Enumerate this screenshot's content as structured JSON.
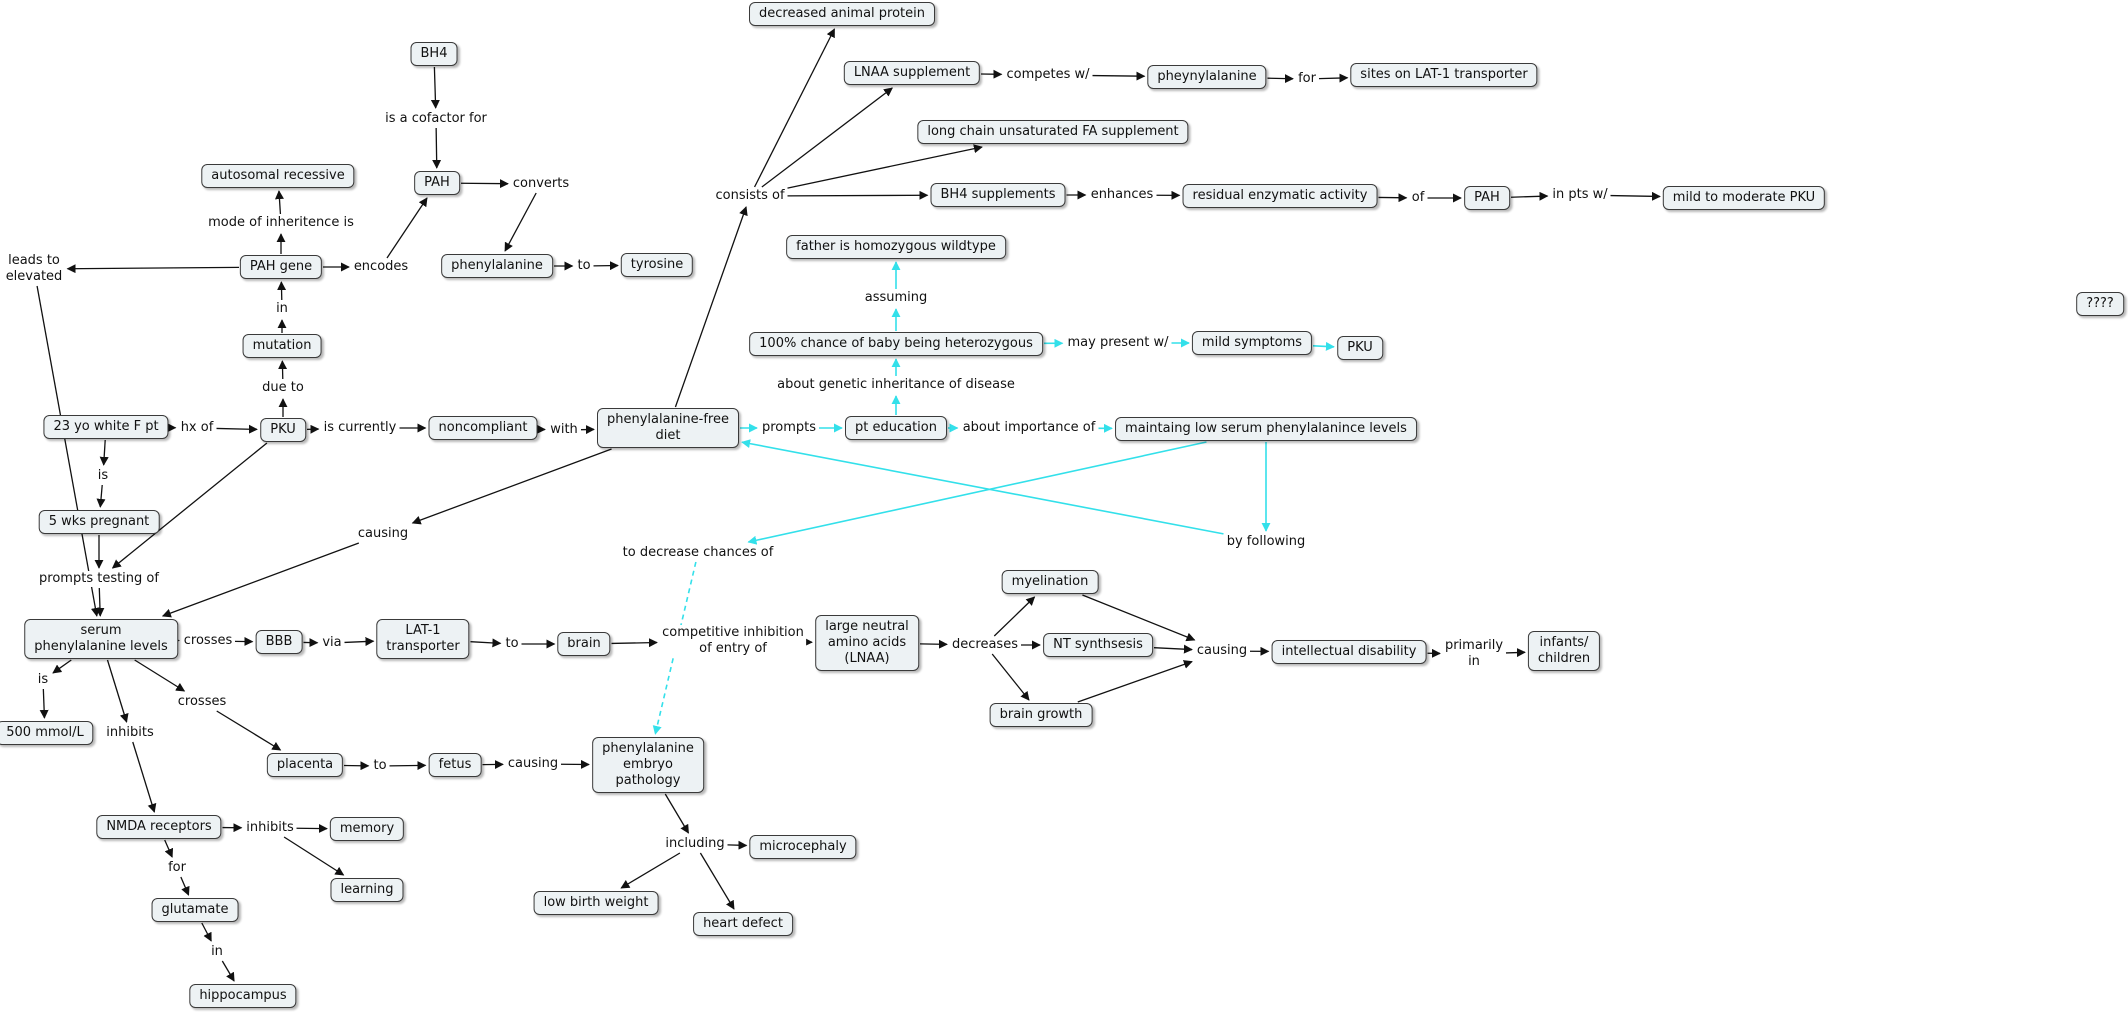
{
  "concept_map": {
    "nodes": [
      {
        "id": "decreased_protein",
        "text": "decreased animal protein"
      },
      {
        "id": "lnaa_supp",
        "text": "LNAA supplement"
      },
      {
        "id": "pheynylalanine",
        "text": "pheynylalanine"
      },
      {
        "id": "lat1_sites",
        "text": "sites on LAT-1 transporter"
      },
      {
        "id": "long_chain",
        "text": "long chain unsaturated FA supplement"
      },
      {
        "id": "bh4_supps",
        "text": "BH4 supplements"
      },
      {
        "id": "residual",
        "text": "residual enzymatic activity"
      },
      {
        "id": "pah2",
        "text": "PAH"
      },
      {
        "id": "mild_pku",
        "text": "mild to moderate PKU"
      },
      {
        "id": "bh4",
        "text": "BH4"
      },
      {
        "id": "pah",
        "text": "PAH"
      },
      {
        "id": "autosomal",
        "text": "autosomal recessive"
      },
      {
        "id": "pah_gene",
        "text": "PAH gene"
      },
      {
        "id": "phenylalanine",
        "text": "phenylalanine"
      },
      {
        "id": "tyrosine",
        "text": "tyrosine"
      },
      {
        "id": "mutation",
        "text": "mutation"
      },
      {
        "id": "father",
        "text": "father is homozygous wildtype"
      },
      {
        "id": "chance",
        "text": "100% chance of baby being heterozygous"
      },
      {
        "id": "mild_sym",
        "text": "mild symptoms"
      },
      {
        "id": "pku2",
        "text": "PKU"
      },
      {
        "id": "unknown",
        "text": "????"
      },
      {
        "id": "pt",
        "text": "23 yo white F pt"
      },
      {
        "id": "pku",
        "text": "PKU"
      },
      {
        "id": "noncompliant",
        "text": "noncompliant"
      },
      {
        "id": "diet",
        "text": "phenylalanine-free\ndiet"
      },
      {
        "id": "pt_edu",
        "text": "pt education"
      },
      {
        "id": "maintain",
        "text": "maintaing low serum phenylalanince levels"
      },
      {
        "id": "pregnant",
        "text": "5 wks pregnant"
      },
      {
        "id": "serum",
        "text": "serum\nphenylalanine levels"
      },
      {
        "id": "bbb",
        "text": "BBB"
      },
      {
        "id": "lat1",
        "text": "LAT-1\ntransporter"
      },
      {
        "id": "brain",
        "text": "brain"
      },
      {
        "id": "lnaa",
        "text": "large neutral\namino acids\n(LNAA)"
      },
      {
        "id": "myelination",
        "text": "myelination"
      },
      {
        "id": "nt",
        "text": "NT synthsesis"
      },
      {
        "id": "brain_growth",
        "text": "brain growth"
      },
      {
        "id": "intellectual",
        "text": "intellectual disability"
      },
      {
        "id": "infants",
        "text": "infants/\nchildren"
      },
      {
        "id": "mmol",
        "text": "500 mmol/L"
      },
      {
        "id": "placenta",
        "text": "placenta"
      },
      {
        "id": "fetus",
        "text": "fetus"
      },
      {
        "id": "embryo",
        "text": "phenylalanine\nembryo\npathology"
      },
      {
        "id": "microcephaly",
        "text": "microcephaly"
      },
      {
        "id": "lbw",
        "text": "low birth weight"
      },
      {
        "id": "heart",
        "text": "heart defect"
      },
      {
        "id": "nmda",
        "text": "NMDA receptors"
      },
      {
        "id": "memory",
        "text": "memory"
      },
      {
        "id": "learning",
        "text": "learning"
      },
      {
        "id": "glutamate",
        "text": "glutamate"
      },
      {
        "id": "hippocampus",
        "text": "hippocampus"
      }
    ],
    "links": [
      {
        "id": "consists_of",
        "text": "consists of"
      },
      {
        "id": "competes",
        "text": "competes w/"
      },
      {
        "id": "for_lat",
        "text": "for"
      },
      {
        "id": "enhances",
        "text": "enhances"
      },
      {
        "id": "of_pah",
        "text": "of"
      },
      {
        "id": "in_pts",
        "text": "in pts w/"
      },
      {
        "id": "cofactor",
        "text": "is a cofactor for"
      },
      {
        "id": "converts",
        "text": "converts"
      },
      {
        "id": "to_tyr",
        "text": "to"
      },
      {
        "id": "encodes",
        "text": "encodes"
      },
      {
        "id": "mode",
        "text": "mode of inheritence is"
      },
      {
        "id": "leads",
        "text": "leads to\nelevated"
      },
      {
        "id": "in_gene",
        "text": "in"
      },
      {
        "id": "due_to",
        "text": "due to"
      },
      {
        "id": "hx_of",
        "text": "hx of"
      },
      {
        "id": "is_currently",
        "text": "is currently"
      },
      {
        "id": "with",
        "text": "with"
      },
      {
        "id": "prompts",
        "text": "prompts"
      },
      {
        "id": "assuming",
        "text": "assuming"
      },
      {
        "id": "may_present",
        "text": "may present w/"
      },
      {
        "id": "about_genetic",
        "text": "about genetic inheritance of disease"
      },
      {
        "id": "about_importance",
        "text": "about importance of"
      },
      {
        "id": "is_preg",
        "text": "is"
      },
      {
        "id": "prompts_testing",
        "text": "prompts testing of"
      },
      {
        "id": "causing1",
        "text": "causing"
      },
      {
        "id": "decrease_chances",
        "text": "to decrease chances of"
      },
      {
        "id": "by_following",
        "text": "by following"
      },
      {
        "id": "crosses1",
        "text": "crosses"
      },
      {
        "id": "via",
        "text": "via"
      },
      {
        "id": "to_brain",
        "text": "to"
      },
      {
        "id": "competitive",
        "text": "competitive inhibition\nof entry of"
      },
      {
        "id": "decreases",
        "text": "decreases"
      },
      {
        "id": "causing2",
        "text": "causing"
      },
      {
        "id": "primarily",
        "text": "primarily\nin"
      },
      {
        "id": "is_level",
        "text": "is"
      },
      {
        "id": "crosses2",
        "text": "crosses"
      },
      {
        "id": "inhibits1",
        "text": "inhibits"
      },
      {
        "id": "to_fetus",
        "text": "to"
      },
      {
        "id": "causing3",
        "text": "causing"
      },
      {
        "id": "including",
        "text": "including"
      },
      {
        "id": "inhibits2",
        "text": "inhibits"
      },
      {
        "id": "for_glu",
        "text": "for"
      },
      {
        "id": "in_hippo",
        "text": "in"
      }
    ],
    "connections": [
      [
        "consists_of",
        "decreased_protein"
      ],
      [
        "consists_of",
        "lnaa_supp"
      ],
      [
        "consists_of",
        "long_chain"
      ],
      [
        "consists_of",
        "bh4_supps"
      ],
      [
        "lnaa_supp",
        "competes"
      ],
      [
        "competes",
        "pheynylalanine"
      ],
      [
        "pheynylalanine",
        "for_lat"
      ],
      [
        "for_lat",
        "lat1_sites"
      ],
      [
        "bh4_supps",
        "enhances"
      ],
      [
        "enhances",
        "residual"
      ],
      [
        "residual",
        "of_pah"
      ],
      [
        "of_pah",
        "pah2"
      ],
      [
        "pah2",
        "in_pts"
      ],
      [
        "in_pts",
        "mild_pku"
      ],
      [
        "bh4",
        "cofactor"
      ],
      [
        "cofactor",
        "pah"
      ],
      [
        "pah",
        "converts"
      ],
      [
        "converts",
        "phenylalanine"
      ],
      [
        "phenylalanine",
        "to_tyr"
      ],
      [
        "to_tyr",
        "tyrosine"
      ],
      [
        "pah_gene",
        "encodes"
      ],
      [
        "encodes",
        "pah"
      ],
      [
        "pah_gene",
        "mode"
      ],
      [
        "mode",
        "autosomal"
      ],
      [
        "pah_gene",
        "leads"
      ],
      [
        "leads",
        "serum"
      ],
      [
        "mutation",
        "in_gene"
      ],
      [
        "in_gene",
        "pah_gene"
      ],
      [
        "pku",
        "due_to"
      ],
      [
        "due_to",
        "mutation"
      ],
      [
        "pt",
        "hx_of"
      ],
      [
        "hx_of",
        "pku"
      ],
      [
        "pku",
        "is_currently"
      ],
      [
        "is_currently",
        "noncompliant"
      ],
      [
        "noncompliant",
        "with"
      ],
      [
        "with",
        "diet"
      ],
      [
        "diet",
        "consists_of"
      ],
      [
        "pt",
        "is_preg"
      ],
      [
        "is_preg",
        "pregnant"
      ],
      [
        "pregnant",
        "prompts_testing"
      ],
      [
        "prompts_testing",
        "serum"
      ],
      [
        "pku",
        "prompts_testing"
      ],
      [
        "diet",
        "causing1"
      ],
      [
        "causing1",
        "serum"
      ],
      [
        "serum",
        "crosses1"
      ],
      [
        "crosses1",
        "bbb"
      ],
      [
        "bbb",
        "via"
      ],
      [
        "via",
        "lat1"
      ],
      [
        "lat1",
        "to_brain"
      ],
      [
        "to_brain",
        "brain"
      ],
      [
        "brain",
        "competitive"
      ],
      [
        "competitive",
        "lnaa"
      ],
      [
        "lnaa",
        "decreases"
      ],
      [
        "decreases",
        "myelination"
      ],
      [
        "decreases",
        "nt"
      ],
      [
        "decreases",
        "brain_growth"
      ],
      [
        "myelination",
        "causing2"
      ],
      [
        "nt",
        "causing2"
      ],
      [
        "brain_growth",
        "causing2"
      ],
      [
        "causing2",
        "intellectual"
      ],
      [
        "intellectual",
        "primarily"
      ],
      [
        "primarily",
        "infants"
      ],
      [
        "serum",
        "is_level"
      ],
      [
        "is_level",
        "mmol"
      ],
      [
        "serum",
        "crosses2"
      ],
      [
        "crosses2",
        "placenta"
      ],
      [
        "placenta",
        "to_fetus"
      ],
      [
        "to_fetus",
        "fetus"
      ],
      [
        "fetus",
        "causing3"
      ],
      [
        "causing3",
        "embryo"
      ],
      [
        "embryo",
        "including"
      ],
      [
        "including",
        "microcephaly"
      ],
      [
        "including",
        "lbw"
      ],
      [
        "including",
        "heart"
      ],
      [
        "serum",
        "inhibits1"
      ],
      [
        "inhibits1",
        "nmda"
      ],
      [
        "nmda",
        "inhibits2"
      ],
      [
        "inhibits2",
        "memory"
      ],
      [
        "inhibits2",
        "learning"
      ],
      [
        "nmda",
        "for_glu"
      ],
      [
        "for_glu",
        "glutamate"
      ],
      [
        "glutamate",
        "in_hippo"
      ],
      [
        "in_hippo",
        "hippocampus"
      ],
      [
        "diet",
        "prompts",
        "cyan"
      ],
      [
        "prompts",
        "pt_edu",
        "cyan"
      ],
      [
        "pt_edu",
        "about_genetic",
        "cyan"
      ],
      [
        "about_genetic",
        "chance",
        "cyan"
      ],
      [
        "chance",
        "assuming",
        "cyan"
      ],
      [
        "assuming",
        "father",
        "cyan"
      ],
      [
        "chance",
        "may_present",
        "cyan"
      ],
      [
        "may_present",
        "mild_sym",
        "cyan"
      ],
      [
        "mild_sym",
        "pku2",
        "cyan"
      ],
      [
        "pt_edu",
        "about_importance",
        "cyan"
      ],
      [
        "about_importance",
        "maintain",
        "cyan"
      ],
      [
        "maintain",
        "decrease_chances",
        "cyan"
      ],
      [
        "maintain",
        "by_following",
        "cyan"
      ],
      [
        "by_following",
        "diet",
        "cyan"
      ],
      [
        "decrease_chances",
        "embryo",
        "cyan-dashed"
      ]
    ]
  },
  "colors": {
    "node_fill": "#edf2f4",
    "node_border": "#3a3a3a",
    "edge": "#111111",
    "cyan_edge": "#33e0ea"
  }
}
